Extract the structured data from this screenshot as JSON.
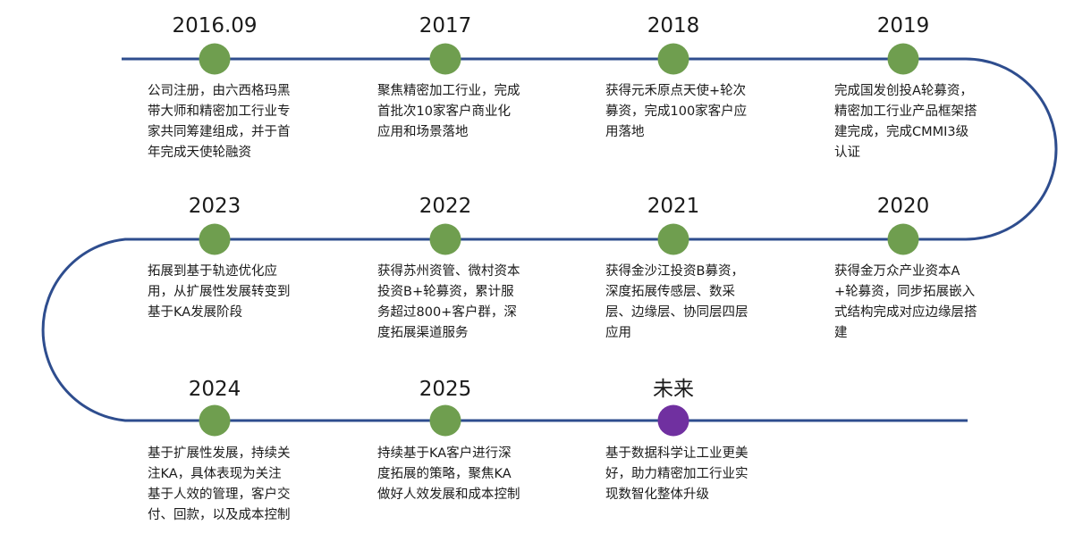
{
  "colors": {
    "line": "#2e4d8e",
    "milestone_dot": "#6f9e4f",
    "future_dot": "#7030a0",
    "text": "#1a1a1a"
  },
  "milestones": [
    {
      "year": "2016.09",
      "text": "公司注册，由六西格玛黑带大师和精密加工行业专家共同筹建组成，并于首年完成天使轮融资"
    },
    {
      "year": "2017",
      "text": "聚焦精密加工行业，完成首批次10家客户商业化应用和场景落地"
    },
    {
      "year": "2018",
      "text": "获得元禾原点天使+轮次募资，完成100家客户应用落地"
    },
    {
      "year": "2019",
      "text": "完成国发创投A轮募资，精密加工行业产品框架搭建完成，完成CMMI3级认证"
    },
    {
      "year": "2020",
      "text": "获得金万众产业资本A+轮募资，同步拓展嵌入式结构完成对应边缘层搭建"
    },
    {
      "year": "2021",
      "text": "获得金沙江投资B募资，深度拓展传感层、数采层、边缘层、协同层四层应用"
    },
    {
      "year": "2022",
      "text": "获得苏州资管、微村资本投资B+轮募资，累计服务超过800+客户群，深度拓展渠道服务"
    },
    {
      "year": "2023",
      "text": "拓展到基于轨迹优化应用，从扩展性发展转变到基于KA发展阶段"
    },
    {
      "year": "2024",
      "text": "基于扩展性发展，持续关注KA，具体表现为关注基于人效的管理，客户交付、回款，以及成本控制"
    },
    {
      "year": "2025",
      "text": "持续基于KA客户进行深度拓展的策略，聚焦KA做好人效发展和成本控制"
    },
    {
      "year": "未来",
      "text": "基于数据科学让工业更美好，助力精密加工行业实现数智化整体升级"
    }
  ]
}
